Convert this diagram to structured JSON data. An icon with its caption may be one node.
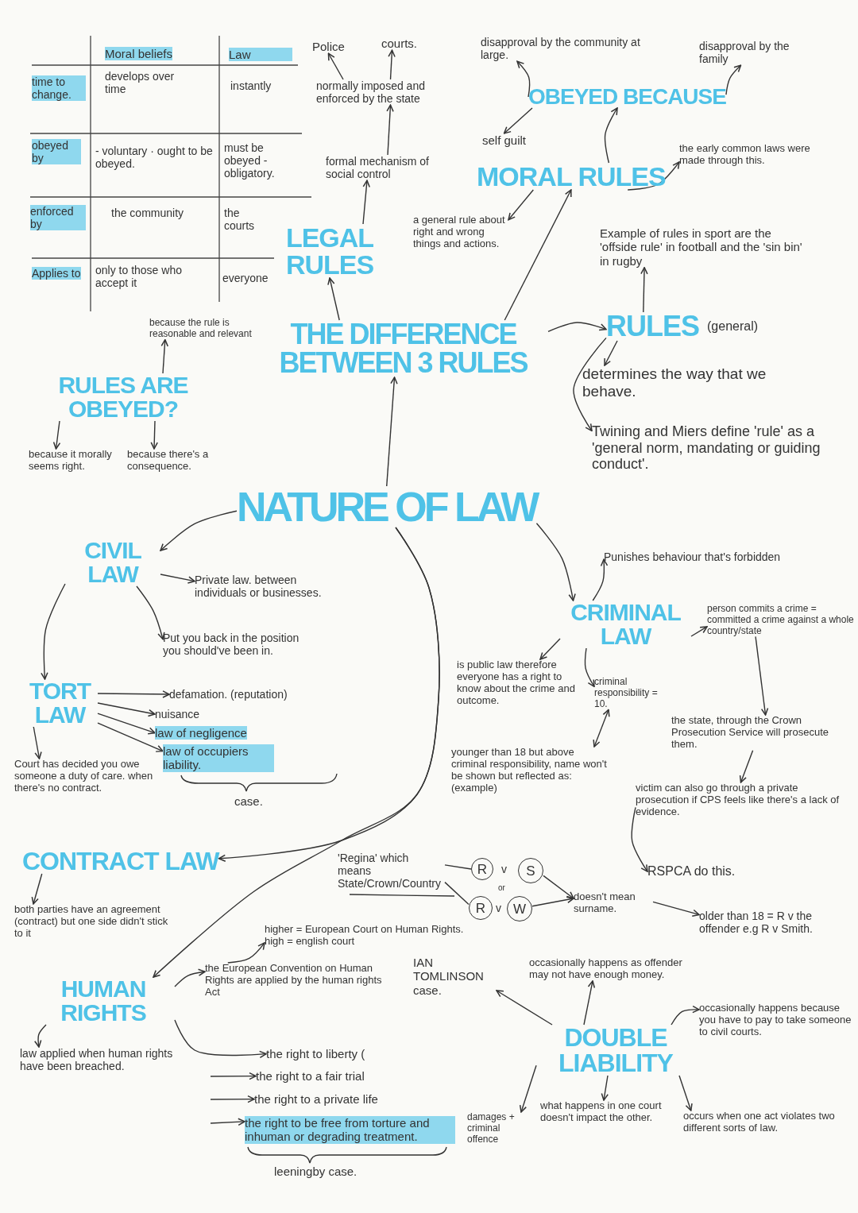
{
  "diagram": {
    "nodes": [
      {
        "text": [
          "Police"
        ]
      },
      {
        "text": [
          "courts."
        ]
      },
      {
        "text": [
          "normally imposed and enforced by the state"
        ]
      },
      {
        "text": [
          "formal mechanism of social control"
        ]
      },
      {
        "text": [
          "disapproval by the community at large."
        ]
      },
      {
        "text": [
          "disapproval by the family"
        ]
      },
      {
        "text": [
          "OBEYED BECAUSE"
        ]
      },
      {
        "text": [
          "self guilt"
        ]
      },
      {
        "text": [
          "MORAL RULES"
        ]
      },
      {
        "text": [
          "the early common laws were made through this."
        ]
      },
      {
        "text": [
          "LEGAL RULES"
        ]
      },
      {
        "text": [
          "a general rule about right and wrong things and actions."
        ]
      },
      {
        "text": [
          "Example of rules in sport are the 'offside rule' in football and the 'sin bin' in rugby"
        ]
      },
      {
        "text": [
          "because the rule is reasonable and relevant"
        ]
      },
      {
        "text": [
          "THE DIFFERENCE BETWEEN 3 RULES"
        ]
      },
      {
        "text": [
          "RULES"
        ],
        "beside": [
          "(general)"
        ]
      },
      {
        "text": [
          "RULES ARE OBEYED?"
        ]
      },
      {
        "text": [
          "determines the way that we behave."
        ]
      },
      {
        "text": [
          "because it morally seems right."
        ]
      },
      {
        "text": [
          "because there's a consequence."
        ]
      },
      {
        "text": [
          "Twining and Miers define 'rule' as a 'general norm, mandating or guiding conduct'."
        ]
      },
      {
        "text": [
          "NATURE OF LAW"
        ]
      },
      {
        "text": [
          "CIVIL LAW"
        ]
      },
      {
        "text": [
          "Private law. between individuals or businesses."
        ]
      },
      {
        "text": [
          "Punishes behaviour that's forbidden"
        ]
      },
      {
        "text": [
          "CRIMINAL LAW"
        ]
      },
      {
        "text": [
          "person commits a crime = committed a crime against a whole country/state"
        ]
      },
      {
        "text": [
          "Put you back in the position you should've been in."
        ]
      },
      {
        "text": [
          "is public law therefore everyone has a right to know about the crime and outcome."
        ]
      },
      {
        "text": [
          "criminal responsibility = 10."
        ]
      },
      {
        "text": [
          "TORT LAW"
        ]
      },
      {
        "text": [
          "defamation. (reputation)"
        ]
      },
      {
        "text": [
          "nuisance"
        ]
      },
      {
        "text": [
          "law of negligence"
        ]
      },
      {
        "text": [
          "law of occupiers liability."
        ]
      },
      {
        "text": [
          "the state, through the Crown Prosecution Service will prosecute them."
        ]
      },
      {
        "text": [
          "Court has decided you owe someone a duty of care. when there's no contract."
        ]
      },
      {
        "text": [
          "younger than 18 but above criminal responsibility, name won't be shown but reflected as: (example)"
        ]
      },
      {
        "text": [
          "victim can also go through a private prosecution if CPS feels like there's a lack of evidence."
        ]
      },
      {
        "text": [
          "CONTRACT LAW"
        ]
      },
      {
        "text": [
          "RSPCA do this."
        ]
      },
      {
        "text": [
          "'Regina' which means State/Crown/Country"
        ]
      },
      {
        "text": [
          "R"
        ]
      },
      {
        "text": [
          "S"
        ]
      },
      {
        "text": [
          "R"
        ]
      },
      {
        "text": [
          "W"
        ]
      },
      {
        "text": [
          "doesn't mean surname."
        ]
      },
      {
        "text": [
          "older than 18 = R v the offender e.g R v Smith."
        ]
      },
      {
        "text": [
          "both parties have an agreement (contract) but one side didn't stick to it"
        ]
      },
      {
        "text": [
          "higher = European Court on Human Rights.",
          "high = english court"
        ]
      },
      {
        "text": [
          "IAN TOMLINSON case."
        ]
      },
      {
        "text": [
          "occasionally happens as offender may not have enough money."
        ]
      },
      {
        "text": [
          "HUMAN RIGHTS"
        ]
      },
      {
        "text": [
          "the European Convention on Human Rights are applied by the human rights Act"
        ]
      },
      {
        "text": [
          "DOUBLE LIABILITY"
        ]
      },
      {
        "text": [
          "occasionally happens because you have to pay to take someone to civil courts."
        ]
      },
      {
        "text": [
          "law applied when human rights have been breached."
        ]
      },
      {
        "text": [
          "the right to liberty ("
        ]
      },
      {
        "text": [
          "the right to a fair trial"
        ]
      },
      {
        "text": [
          "the right to a private life"
        ]
      },
      {
        "text": [
          "damages + criminal offence"
        ]
      },
      {
        "text": [
          "what happens in one court doesn't impact the other."
        ]
      },
      {
        "text": [
          "occurs when one act violates two different sorts of law."
        ]
      },
      {
        "text": [
          "the right to be free from torture and inhuman or degrading treatment."
        ]
      }
    ],
    "edges": [
      {
        "from": 2,
        "to": 0,
        "arrow": "to"
      },
      {
        "from": 2,
        "to": 1,
        "arrow": "to"
      },
      {
        "from": 3,
        "to": 2,
        "arrow": "to"
      },
      {
        "from": 10,
        "to": 3,
        "arrow": "to"
      },
      {
        "from": 14,
        "to": 10,
        "arrow": "to"
      },
      {
        "from": 6,
        "to": 4,
        "arrow": "to"
      },
      {
        "from": 6,
        "to": 5,
        "arrow": "to"
      },
      {
        "from": 6,
        "to": 7,
        "arrow": "to"
      },
      {
        "from": 8,
        "to": 6,
        "arrow": "to"
      },
      {
        "from": 8,
        "to": 9,
        "arrow": "to"
      },
      {
        "from": 8,
        "to": 11,
        "arrow": "to"
      },
      {
        "from": 14,
        "to": 8,
        "arrow": "to"
      },
      {
        "from": 15,
        "to": 12,
        "arrow": "to"
      },
      {
        "from": 14,
        "to": 15,
        "arrow": "to"
      },
      {
        "from": 15,
        "to": 17,
        "arrow": "to"
      },
      {
        "from": 15,
        "to": 20,
        "arrow": "to"
      },
      {
        "from": 16,
        "to": 13,
        "arrow": "to"
      },
      {
        "from": 16,
        "to": 18,
        "arrow": "to"
      },
      {
        "from": 16,
        "to": 19,
        "arrow": "to"
      },
      {
        "from": 21,
        "to": 14,
        "arrow": "to"
      },
      {
        "from": 21,
        "to": 22,
        "arrow": "to"
      },
      {
        "from": 21,
        "to": 25,
        "arrow": "to"
      },
      {
        "from": 21,
        "to": 39,
        "arrow": "to"
      },
      {
        "from": 21,
        "to": 52,
        "arrow": "to"
      },
      {
        "from": 22,
        "to": 23,
        "arrow": "to"
      },
      {
        "from": 22,
        "to": 27,
        "arrow": "to"
      },
      {
        "from": 22,
        "to": 30,
        "arrow": "to"
      },
      {
        "from": 30,
        "to": 31,
        "arrow": "to"
      },
      {
        "from": 30,
        "to": 32,
        "arrow": "to"
      },
      {
        "from": 30,
        "to": 33,
        "arrow": "to"
      },
      {
        "from": 30,
        "to": 34,
        "arrow": "to"
      },
      {
        "from": 30,
        "to": 36,
        "arrow": "to"
      },
      {
        "from": 25,
        "to": 24,
        "arrow": "to"
      },
      {
        "from": 25,
        "to": 26,
        "arrow": "to"
      },
      {
        "from": 25,
        "to": 28,
        "arrow": "to"
      },
      {
        "from": 25,
        "to": 29,
        "arrow": "to"
      },
      {
        "from": 29,
        "to": 37,
        "arrow": "both"
      },
      {
        "from": 26,
        "to": 35,
        "arrow": "to"
      },
      {
        "from": 35,
        "to": 38,
        "arrow": "to"
      },
      {
        "from": 38,
        "to": 40,
        "arrow": "to"
      },
      {
        "from": 41,
        "to": 42,
        "arrow": "none"
      },
      {
        "from": 41,
        "to": 44,
        "arrow": "none"
      },
      {
        "from": 43,
        "to": 46,
        "arrow": "to"
      },
      {
        "from": 45,
        "to": 46,
        "arrow": "to"
      },
      {
        "from": 46,
        "to": 47,
        "arrow": "to"
      },
      {
        "from": 39,
        "to": 48,
        "arrow": "to"
      },
      {
        "from": 52,
        "to": 53,
        "arrow": "to"
      },
      {
        "from": 53,
        "to": 49,
        "arrow": "to"
      },
      {
        "from": 52,
        "to": 56,
        "arrow": "to"
      },
      {
        "from": 52,
        "to": 57,
        "arrow": "to"
      },
      {
        "from": null,
        "to": 58,
        "arrow": "to"
      },
      {
        "from": null,
        "to": 59,
        "arrow": "to"
      },
      {
        "from": null,
        "to": 63,
        "arrow": "to"
      },
      {
        "from": 54,
        "to": 50,
        "arrow": "to"
      },
      {
        "from": 54,
        "to": 51,
        "arrow": "to"
      },
      {
        "from": 54,
        "to": 55,
        "arrow": "to"
      },
      {
        "from": 54,
        "to": 60,
        "arrow": "to"
      },
      {
        "from": 54,
        "to": 61,
        "arrow": "to"
      },
      {
        "from": 54,
        "to": 62,
        "arrow": "to"
      }
    ],
    "labels": [
      "Moral beliefs",
      "Law",
      "time to change.",
      "develops over time",
      "instantly",
      "obeyed by",
      "- voluntary · ought to be obeyed.",
      "must be obeyed - obligatory.",
      "enforced by",
      "the community",
      "the courts",
      "Applies to",
      "only to those who accept it",
      "everyone",
      "case.",
      "v",
      "or",
      "v",
      "leeningby case."
    ]
  }
}
